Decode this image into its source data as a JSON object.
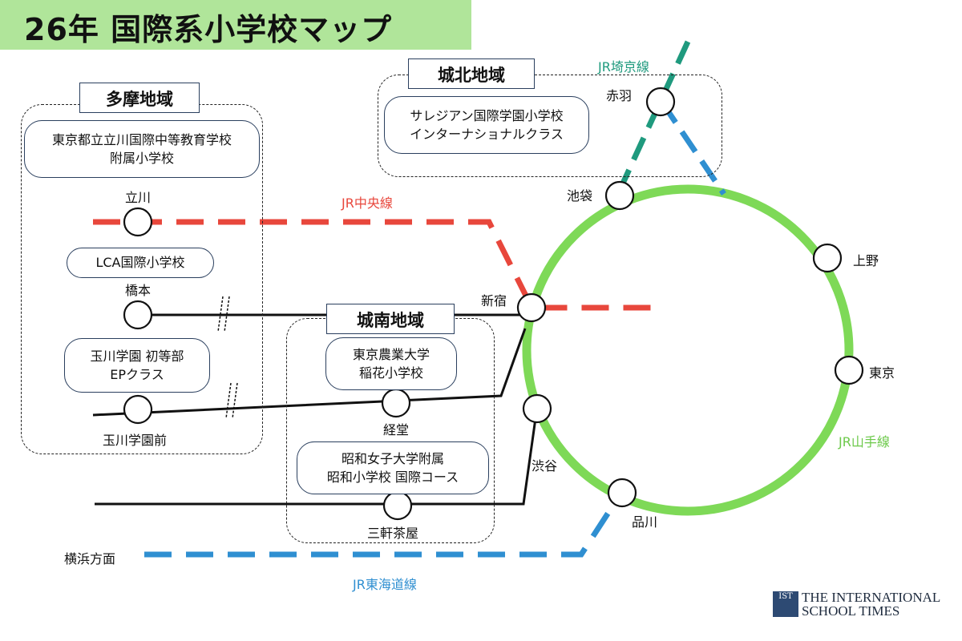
{
  "title": "26年 国際系小学校マップ",
  "colors": {
    "title_bg": "#b0e59a",
    "chuo": "#e8473c",
    "yamanote": "#7ed957",
    "saikyo": "#1f9a7e",
    "tokaido": "#2f8fd1",
    "private": "#111111"
  },
  "regions": {
    "tama": "多摩地域",
    "johoku": "城北地域",
    "jonan": "城南地域"
  },
  "schools": {
    "tachikawa": [
      "東京都立立川国際中等教育学校",
      "附属小学校"
    ],
    "salesian": [
      "サレジアン国際学園小学校",
      "インターナショナルクラス"
    ],
    "lca": [
      "LCA国際小学校"
    ],
    "tamagawa": [
      "玉川学園 初等部",
      "EPクラス"
    ],
    "nodai": [
      "東京農業大学",
      "稲花小学校"
    ],
    "showa": [
      "昭和女子大学附属",
      "昭和小学校 国際コース"
    ]
  },
  "stations": {
    "tachikawa": "立川",
    "hashimoto": "橋本",
    "tamagawagakuenmae": "玉川学園前",
    "kyodo": "経堂",
    "sangenjaya": "三軒茶屋",
    "shinjuku": "新宿",
    "shibuya": "渋谷",
    "shinagawa": "品川",
    "tokyo": "東京",
    "ueno": "上野",
    "ikebukuro": "池袋",
    "akabane": "赤羽",
    "yokohama": "横浜方面"
  },
  "lines": {
    "chuo": "JR中央線",
    "saikyo": "JR埼京線",
    "yamanote": "JR山手線",
    "tokaido": "JR東海道線"
  },
  "logo": {
    "abbr": "IST",
    "line1": "THE INTERNATIONAL",
    "line2": "SCHOOL TIMES"
  }
}
